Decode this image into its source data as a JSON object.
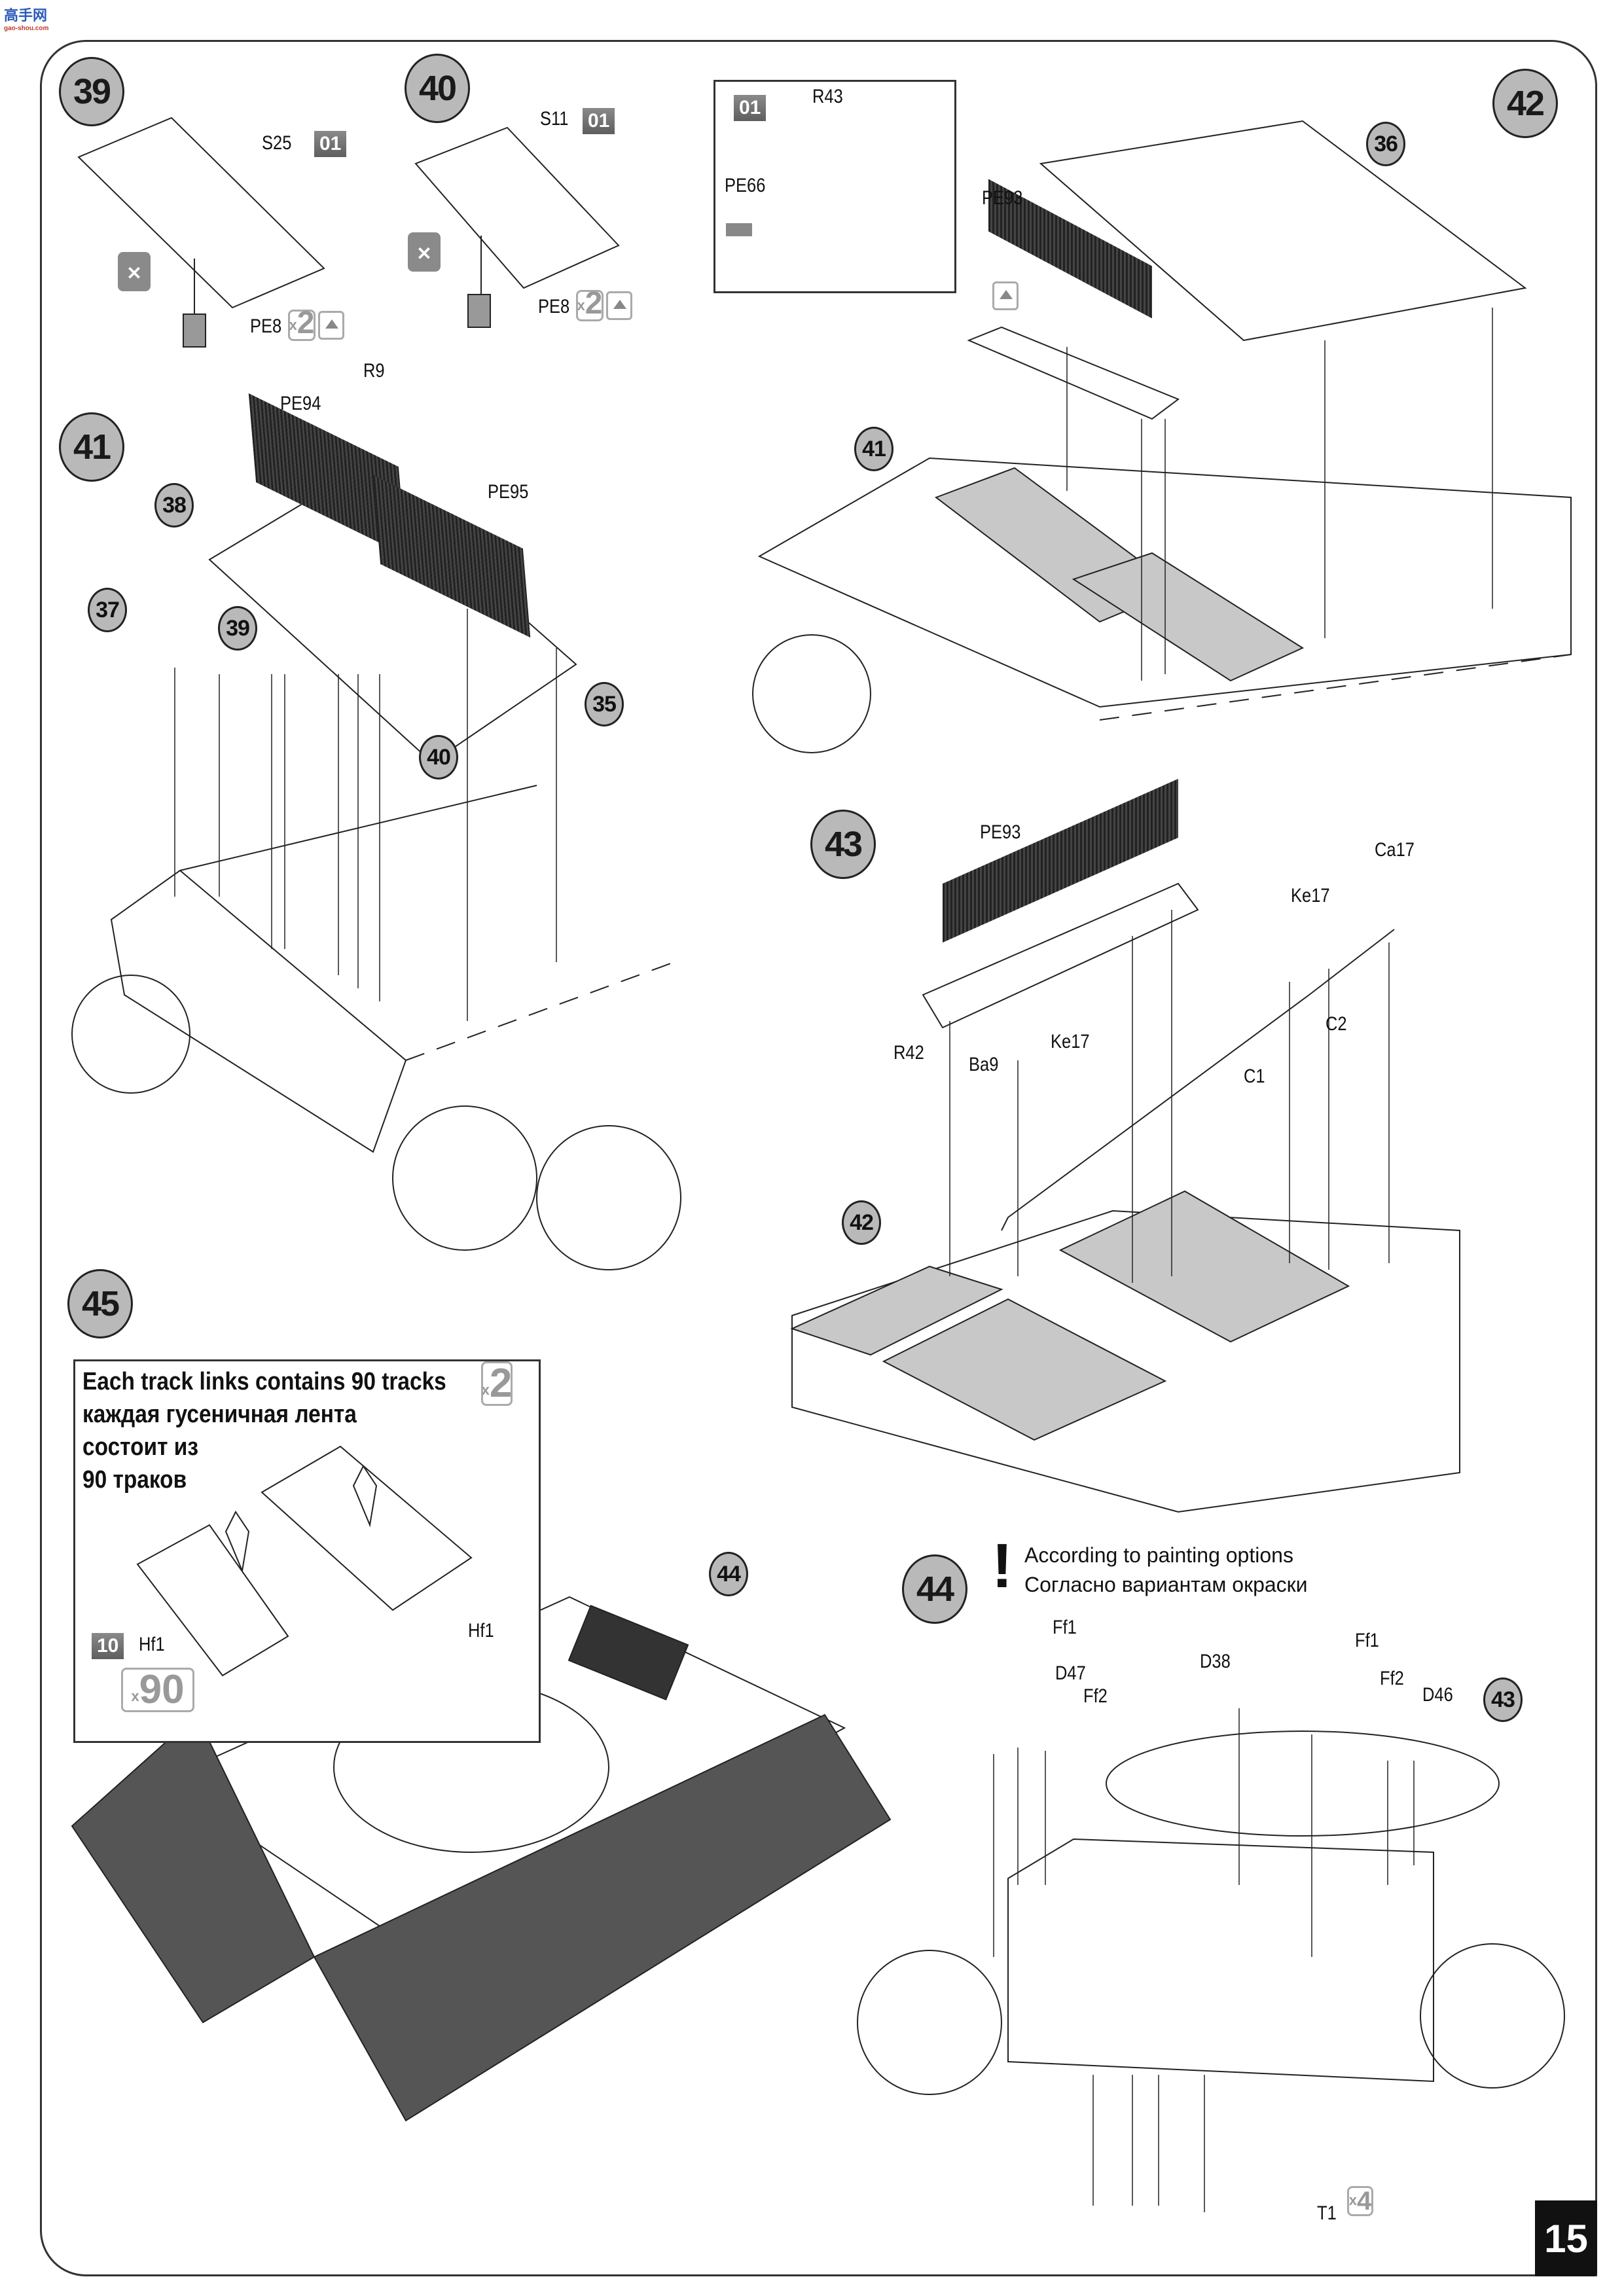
{
  "watermark": {
    "logo_text": "高手网",
    "site": "gao-shou.com"
  },
  "page_number": "15",
  "steps": [
    {
      "number": "39",
      "parts": [
        {
          "code": "S25",
          "paint": "01"
        },
        {
          "code": "PE8",
          "qty": "2",
          "note": "up-icon"
        }
      ],
      "icons": [
        "no-glue-icon"
      ]
    },
    {
      "number": "40",
      "parts": [
        {
          "code": "S11",
          "paint": "01"
        },
        {
          "code": "PE8",
          "qty": "2",
          "note": "up-icon"
        }
      ],
      "icons": [
        "no-glue-icon"
      ]
    },
    {
      "number": "41",
      "parts": [
        {
          "code": "R9"
        },
        {
          "code": "PE94"
        },
        {
          "code": "PE95"
        }
      ],
      "refs": [
        "38",
        "37",
        "39",
        "40",
        "35"
      ]
    },
    {
      "number": "42",
      "parts": [
        {
          "code": "R43"
        },
        {
          "code": "PE66"
        },
        {
          "code": "PE93"
        }
      ],
      "inset_paint": "01",
      "refs": [
        "36",
        "41"
      ]
    },
    {
      "number": "43",
      "parts": [
        {
          "code": "PE93"
        },
        {
          "code": "Ca17"
        },
        {
          "code": "Ke17"
        },
        {
          "code": "C2"
        },
        {
          "code": "R42"
        },
        {
          "code": "Ba9"
        },
        {
          "code": "Ke17"
        },
        {
          "code": "C1"
        }
      ],
      "refs": [
        "42"
      ]
    },
    {
      "number": "44",
      "parts": [
        {
          "code": "Ff1"
        },
        {
          "code": "D47"
        },
        {
          "code": "Ff2"
        },
        {
          "code": "D38"
        },
        {
          "code": "Ff1"
        },
        {
          "code": "Ff2"
        },
        {
          "code": "D46"
        },
        {
          "code": "T1",
          "qty": "4"
        }
      ],
      "refs": [
        "43"
      ],
      "notice": {
        "mark": "!",
        "en": "According to painting options",
        "ru": "Согласно вариантам окраски"
      }
    },
    {
      "number": "45",
      "parts": [
        {
          "code": "Hf1",
          "paint": "10",
          "qty": "90"
        }
      ],
      "refs": [
        "44"
      ],
      "callout": {
        "en": "Each track links contains 90 tracks",
        "ru_lines": [
          "каждая гусеничная лента",
          "состоит из",
          "90 траков"
        ],
        "qty": "2",
        "label_hf1": "Hf1"
      }
    }
  ],
  "ui": {
    "x_prefix": "x"
  },
  "labels": {
    "s39": {
      "step": "39",
      "part": "S25",
      "paint": "01",
      "pe": "PE8",
      "qty": "2"
    },
    "s40": {
      "step": "40",
      "part": "S11",
      "paint": "01",
      "pe": "PE8",
      "qty": "2"
    },
    "s41": {
      "step": "41",
      "r9": "R9",
      "pe94": "PE94",
      "pe95": "PE95",
      "ref38": "38",
      "ref37": "37",
      "ref39": "39",
      "ref40": "40",
      "ref35": "35"
    },
    "s42": {
      "step": "42",
      "paint": "01",
      "r43": "R43",
      "pe66": "PE66",
      "pe93": "PE93",
      "ref36": "36",
      "ref41": "41"
    },
    "s43": {
      "step": "43",
      "pe93": "PE93",
      "ca17": "Ca17",
      "ke17a": "Ke17",
      "c2": "C2",
      "r42": "R42",
      "ba9": "Ba9",
      "ke17b": "Ke17",
      "c1": "C1",
      "ref42": "42"
    },
    "s44": {
      "step": "44",
      "mark": "!",
      "en": "According to painting options",
      "ru": "Согласно вариантам окраски",
      "ff1a": "Ff1",
      "d47": "D47",
      "ff2a": "Ff2",
      "d38": "D38",
      "ff1b": "Ff1",
      "ff2b": "Ff2",
      "d46": "D46",
      "ref43": "43",
      "t1": "T1",
      "t1qty": "4"
    },
    "s45": {
      "step": "45",
      "en": "Each track links contains 90 tracks",
      "ru1": "каждая гусеничная лента",
      "ru2": "состоит из",
      "ru3": "90 траков",
      "qty": "2",
      "hf1a": "Hf1",
      "paint": "10",
      "hf1b": "Hf1",
      "qty90": "90",
      "ref44": "44"
    }
  }
}
